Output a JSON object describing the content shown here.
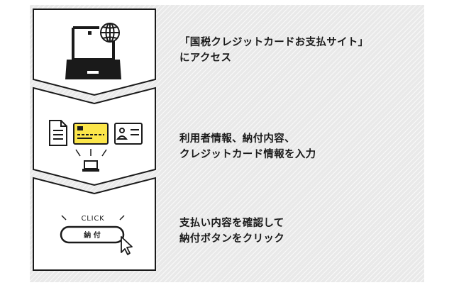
{
  "colors": {
    "background_pattern": "#e9e9e9",
    "panel": "#ffffff",
    "ink": "#1a1a1a",
    "card_yellow": "#fce64a"
  },
  "steps": [
    {
      "icon": "laptop-globe-icon",
      "lines": [
        "「国税クレジットカードお支払サイト」",
        "にアクセス"
      ]
    },
    {
      "icon": "document-card-id-laptop-icon",
      "lines": [
        "利用者情報、納付内容、",
        "クレジットカード情報を入力"
      ]
    },
    {
      "icon": "click-pay-button-icon",
      "click_label": "CLICK",
      "button_label": "納 付",
      "lines": [
        "支払い内容を確認して",
        "納付ボタンをクリック"
      ]
    }
  ]
}
